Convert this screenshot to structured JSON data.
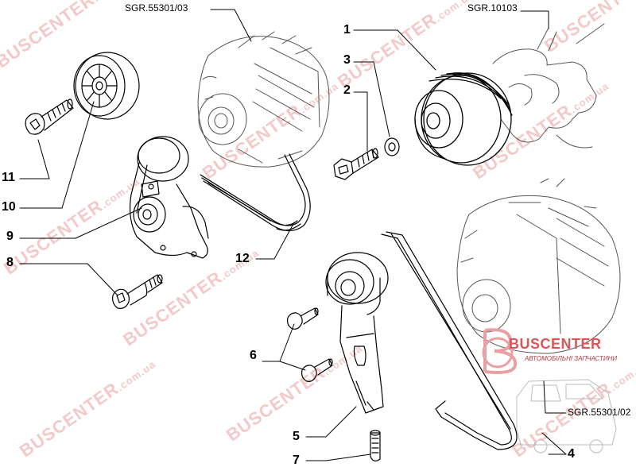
{
  "references": {
    "alternator_top": "SGR.55301/03",
    "crankshaft": "SGR.10103",
    "alternator_bottom": "SGR.55301/02"
  },
  "callouts": {
    "n1": "1",
    "n2": "2",
    "n3": "3",
    "n4": "4",
    "n5": "5",
    "n6": "6",
    "n7": "7",
    "n8": "8",
    "n9": "9",
    "n10": "10",
    "n11": "11",
    "n12": "12"
  },
  "watermark": {
    "brand": "BUSCENTER",
    "domain": ".com.ua"
  },
  "logo": {
    "name": "BUSCENTER",
    "tagline": "АВТОМОБІЛЬНІ ЗАПЧАСТИНИ"
  }
}
